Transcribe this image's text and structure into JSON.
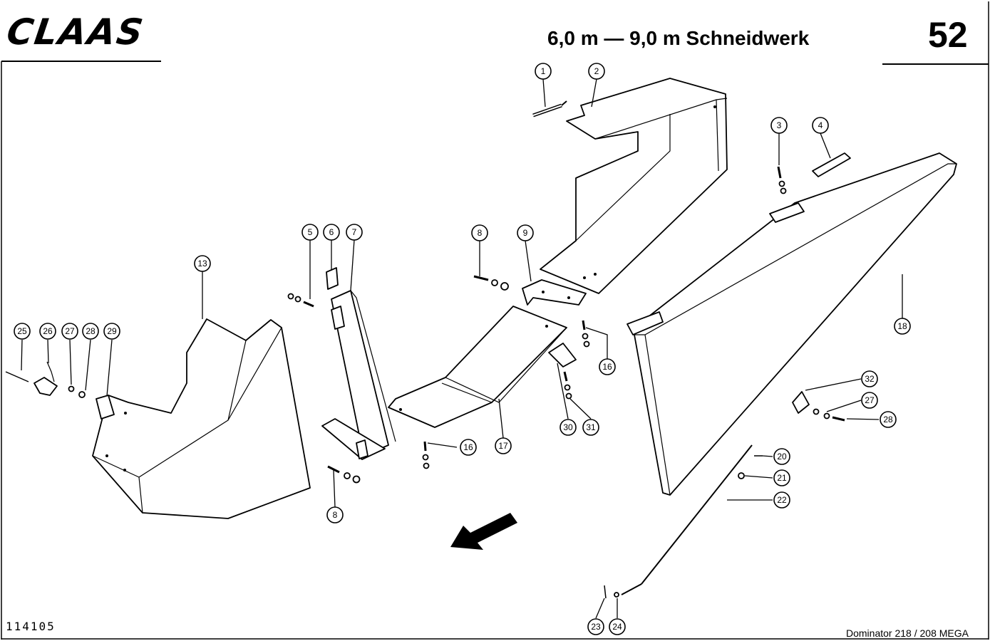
{
  "header": {
    "brand": "CLAAS",
    "title": "6,0 m — 9,0 m Schneidwerk",
    "page_number": "52"
  },
  "footer": {
    "drawing_number": "114105",
    "model": "Dominator 218 / 208 MEGA"
  },
  "callouts": [
    "1",
    "2",
    "3",
    "4",
    "5",
    "6",
    "7",
    "8",
    "9",
    "8",
    "13",
    "16",
    "16",
    "17",
    "18",
    "20",
    "21",
    "22",
    "23",
    "24",
    "25",
    "26",
    "27",
    "28",
    "29",
    "30",
    "31",
    "32",
    "27",
    "28"
  ]
}
